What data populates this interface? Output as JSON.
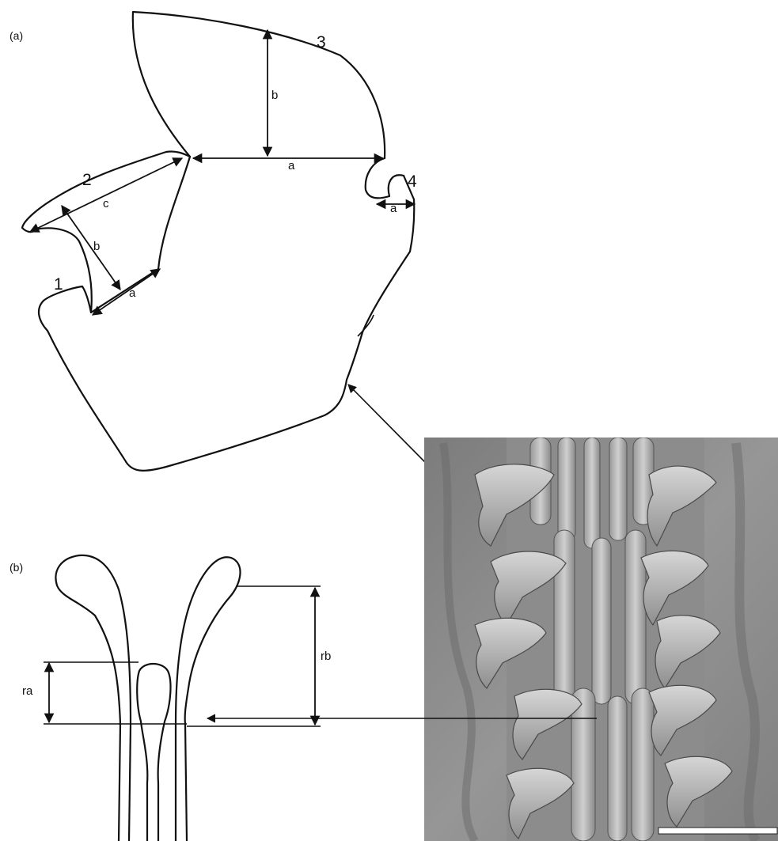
{
  "panels": {
    "a": {
      "label": "(a)"
    },
    "b": {
      "label": "(b)"
    }
  },
  "segments": {
    "s1": "1",
    "s2": "2",
    "s3": "3",
    "s4": "4"
  },
  "measurements_a": {
    "seg3_a": "a",
    "seg3_b": "b",
    "seg2_a": "a",
    "seg2_b": "b",
    "seg2_c": "c",
    "seg4_a": "a"
  },
  "measurements_b": {
    "ra": "ra",
    "rb": "rb"
  },
  "colors": {
    "line": "#111111",
    "sem_background": "#8a8a8a",
    "scale_bar": "#ffffff"
  }
}
